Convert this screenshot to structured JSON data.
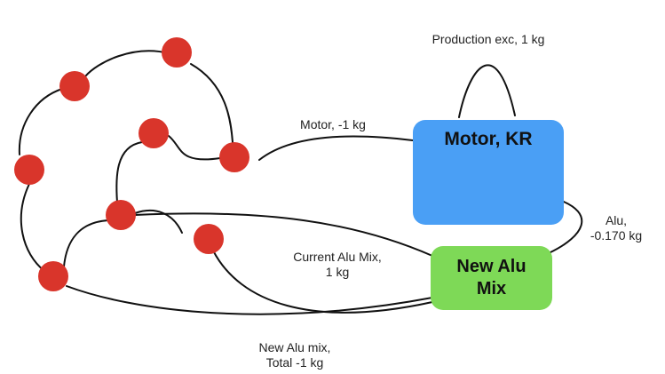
{
  "nodes": {
    "motor": {
      "label": "Motor, KR",
      "color": "#4a9ff5"
    },
    "new_alu_mix": {
      "label_line1": "New Alu",
      "label_line2": "Mix",
      "color": "#7ed957"
    }
  },
  "edges": {
    "production_exc": "Production exc, 1 kg",
    "motor_flow": "Motor, -1 kg",
    "alu_line1": "Alu,",
    "alu_line2": "-0.170 kg",
    "current_alu_mix_line1": "Current Alu Mix,",
    "current_alu_mix_line2": "1 kg",
    "new_alu_mix_line1": "New Alu mix,",
    "new_alu_mix_line2": "Total -1 kg"
  },
  "colors": {
    "process_dot": "#d9352b",
    "edge": "#111111"
  }
}
